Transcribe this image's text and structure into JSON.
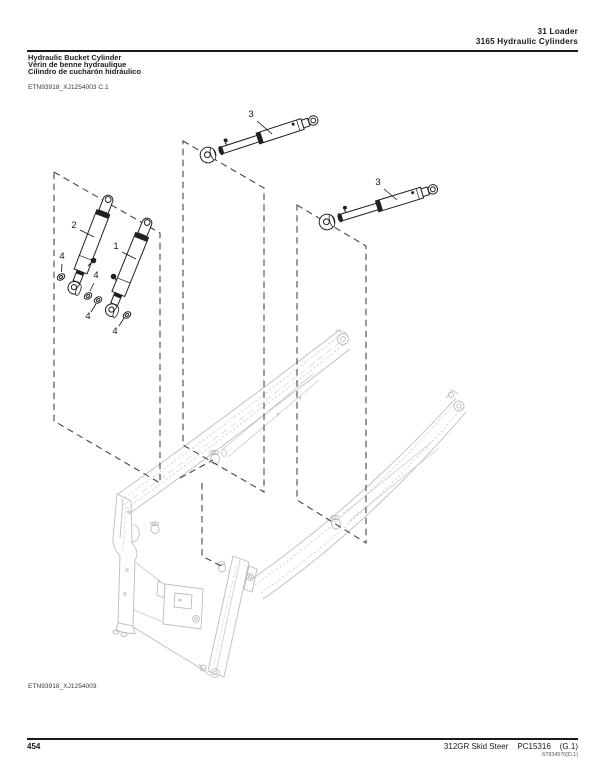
{
  "header": {
    "section_line1": "31 Loader",
    "section_line2": "3165 Hydraulic Cylinders"
  },
  "title_block": {
    "title_en": "Hydraulic Bucket Cylinder",
    "title_fr": "Vérin de benne hydraulique",
    "title_es": "Cilindro de cucharón hidráulico",
    "drawing_ref": "ETN93918_XJ1254003 C.1"
  },
  "figure": {
    "caption": "ETN93918_XJ1254003",
    "callouts": [
      {
        "label": "3"
      },
      {
        "label": "3"
      },
      {
        "label": "2"
      },
      {
        "label": "1"
      },
      {
        "label": "4"
      },
      {
        "label": "4"
      },
      {
        "label": "4"
      },
      {
        "label": "4"
      }
    ]
  },
  "footer": {
    "page_number": "454",
    "model": "312GR Skid Steer",
    "catalog": "PC15316",
    "revision": "(G.1)",
    "stamp": "ST834570(D.1)"
  },
  "colors": {
    "line_dark": "#1c1c1c",
    "frame_gray": "#bdbdbd",
    "dash_dark": "#474747"
  }
}
